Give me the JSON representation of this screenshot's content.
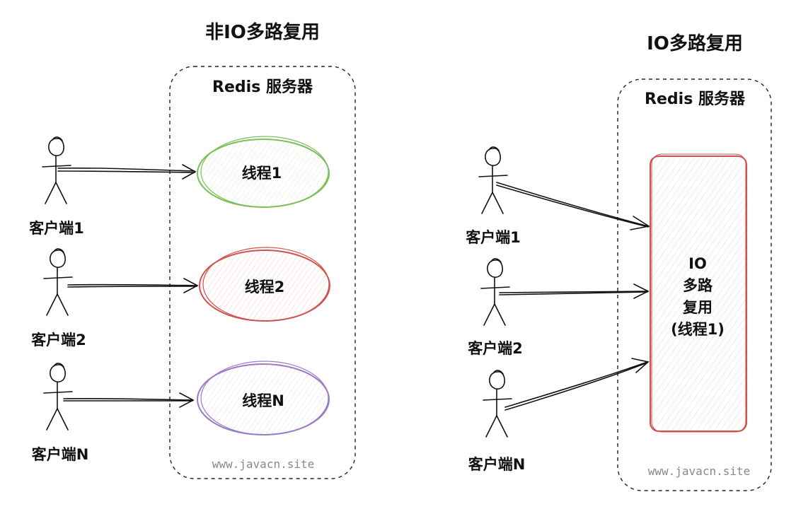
{
  "left": {
    "title": "非IO多路复用",
    "server_label": "Redis 服务器",
    "watermark": "www.javacn.site",
    "clients": [
      "客户端1",
      "客户端2",
      "客户端N"
    ],
    "threads": [
      {
        "label": "线程1",
        "color": "#7cbf5a"
      },
      {
        "label": "线程2",
        "color": "#d0524e"
      },
      {
        "label": "线程N",
        "color": "#9b7cc4"
      }
    ]
  },
  "right": {
    "title": "IO多路复用",
    "server_label": "Redis 服务器",
    "watermark": "www.javacn.site",
    "clients": [
      "客户端1",
      "客户端2",
      "客户端N"
    ],
    "multiplexer": {
      "lines": [
        "IO",
        "多路",
        "复用",
        "(线程1)"
      ],
      "color": "#d0524e"
    }
  }
}
